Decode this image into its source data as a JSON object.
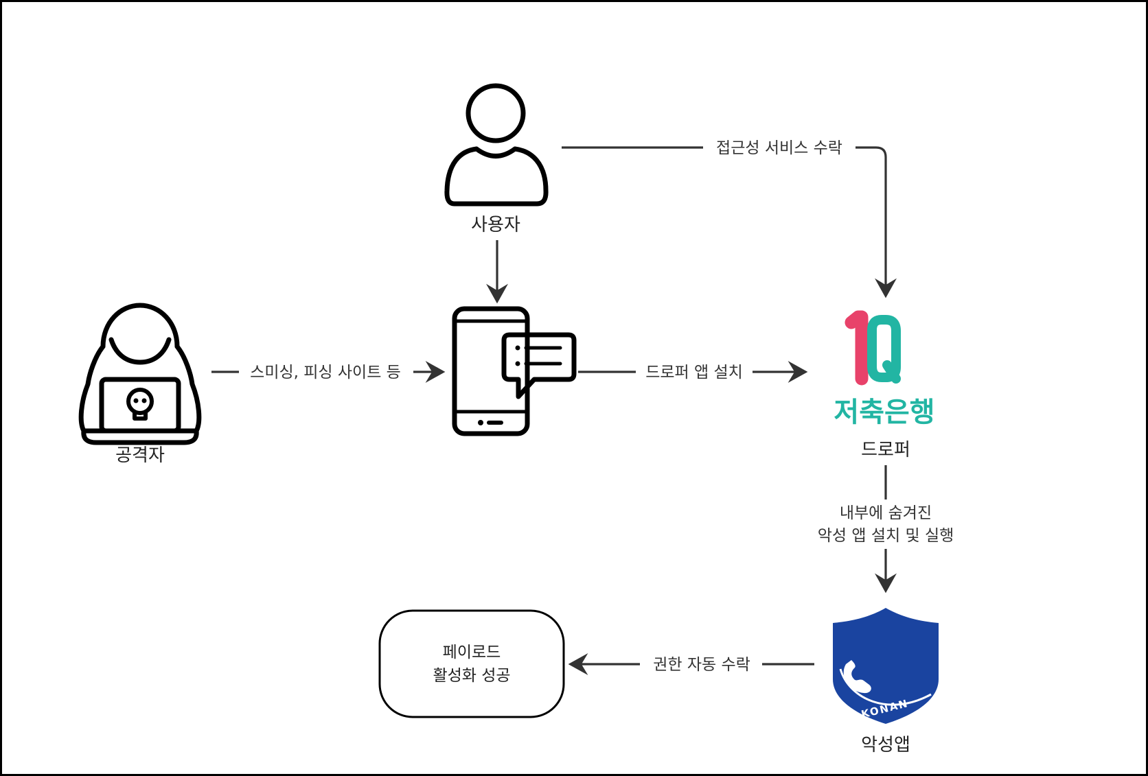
{
  "nodes": {
    "user": {
      "label": "사용자"
    },
    "attacker": {
      "label": "공격자"
    },
    "dropper": {
      "label": "드로퍼",
      "logo_top": "1Q",
      "logo_bottom": "저축은행"
    },
    "malware": {
      "label": "악성앱",
      "shield_text": "KONAN"
    },
    "payload": {
      "line1": "페이로드",
      "line2": "활성화 성공"
    }
  },
  "edges": {
    "accessibility": "접근성 서비스 수락",
    "smishing": "스미싱, 피싱 사이트 등",
    "install_dropper": "드로퍼 앱 설치",
    "hidden_install_line1": "내부에 숨겨진",
    "hidden_install_line2": "악성 앱 설치 및 실행",
    "auto_permission": "권한 자동 수락"
  },
  "colors": {
    "border": "#000000",
    "arrow": "#333333",
    "logo_red": "#e8426a",
    "logo_teal": "#22b5a3",
    "shield_blue": "#1a44a0"
  }
}
